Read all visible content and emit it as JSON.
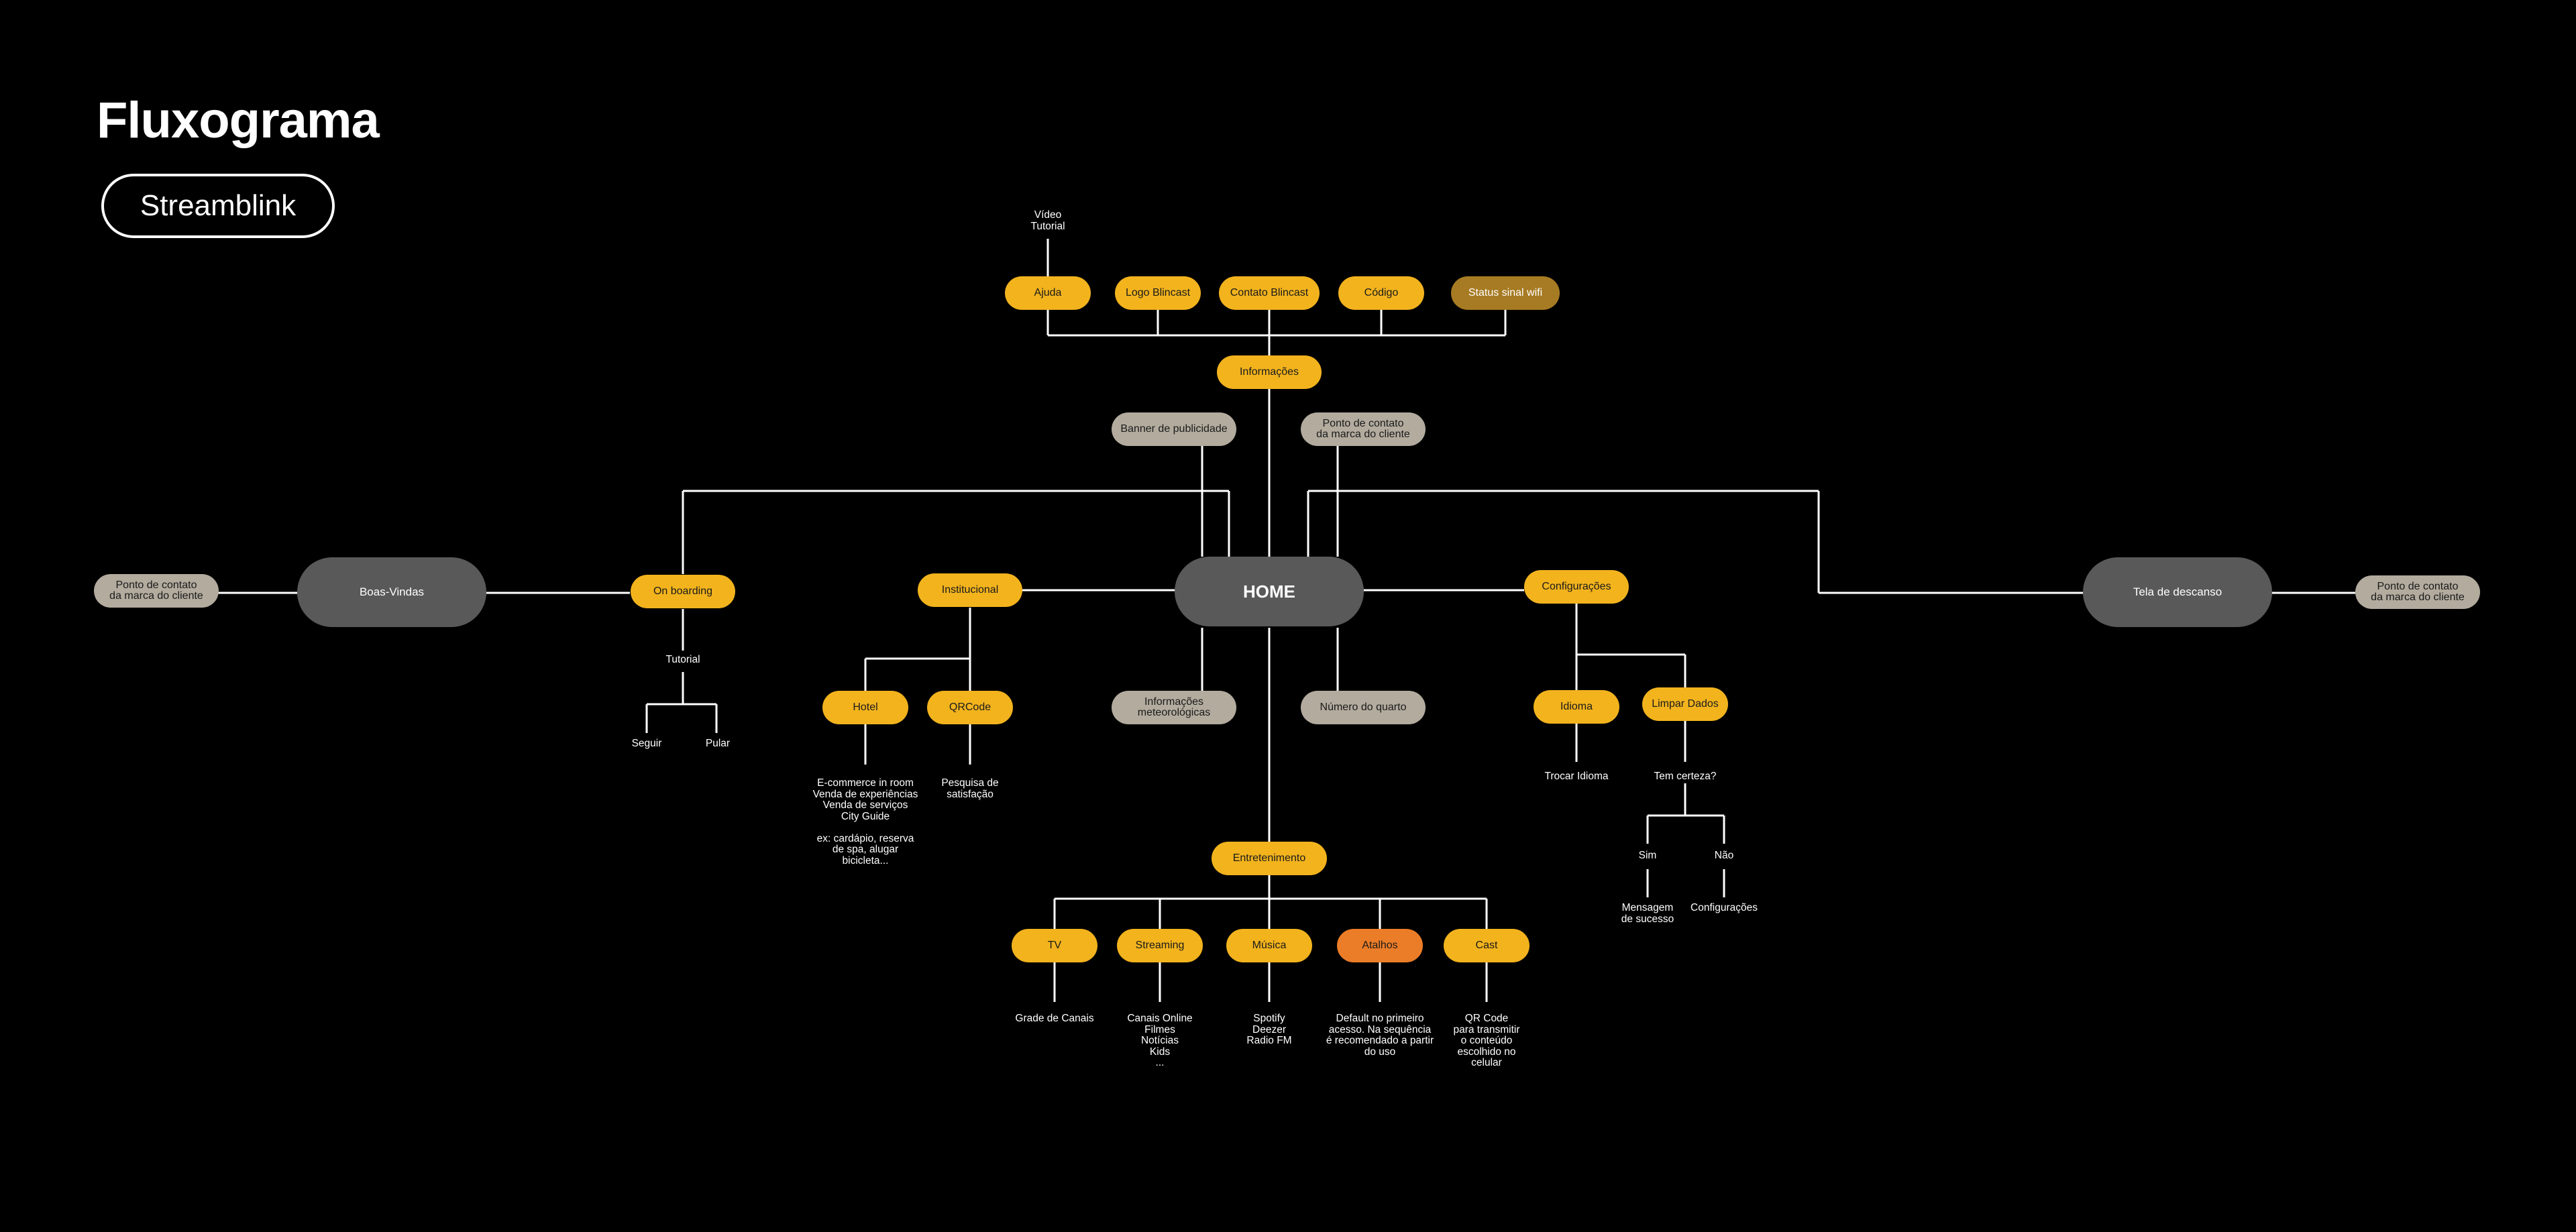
{
  "page": {
    "title": "Fluxograma",
    "project": "Streamblink"
  },
  "colors": {
    "background": "#000000",
    "primary_node": "#F2B31D",
    "primary_node_dim": "#A77B23",
    "highlight_node": "#EC7D28",
    "neutral_node": "#B2AB9E",
    "screen_node": "#595959",
    "connector": "#FFFFFF"
  },
  "nodes": {
    "ponto_contato_esq": "Ponto de contato\nda marca do cliente",
    "boas_vindas": "Boas-Vindas",
    "onboarding": "On boarding",
    "institucional": "Institucional",
    "home": "HOME",
    "configuracoes": "Configurações",
    "tela_descanso": "Tela de descanso",
    "ponto_contato_dir": "Ponto de contato\nda marca do cliente",
    "informacoes": "Informações",
    "ajuda": "Ajuda",
    "logo_blincast": "Logo Blincast",
    "contato_blincast": "Contato Blincast",
    "codigo": "Código",
    "status_wifi": "Status sinal wifi",
    "banner_publicidade": "Banner de publicidade",
    "ponto_contato_topo": "Ponto de contato\nda marca do cliente",
    "info_meteorologicas": "Informações\nmeteorológicas",
    "numero_quarto": "Número do quarto",
    "hotel": "Hotel",
    "qrcode": "QRCode",
    "idioma": "Idioma",
    "limpar_dados": "Limpar Dados",
    "entretenimento": "Entretenimento",
    "tv": "TV",
    "streaming": "Streaming",
    "musica": "Música",
    "atalhos": "Atalhos",
    "cast": "Cast"
  },
  "labels": {
    "video_tutorial": "Vídeo\nTutorial",
    "tutorial": "Tutorial",
    "seguir": "Seguir",
    "pular": "Pular",
    "hotel_servicos": "E-commerce in room\nVenda de experiências\nVenda de serviços\nCity Guide\n\nex: cardápio, reserva\nde spa, alugar\nbicicleta...",
    "pesquisa": "Pesquisa de\nsatisfação",
    "trocar_idioma": "Trocar Idioma",
    "tem_certeza": "Tem certeza?",
    "sim": "Sim",
    "nao": "Não",
    "mensagem_sucesso": "Mensagem\nde sucesso",
    "configuracoes_volta": "Configurações",
    "grade_canais": "Grade de Canais",
    "streaming_itens": "Canais Online\nFilmes\nNotícias\nKids\n...",
    "musica_itens": "Spotify\nDeezer\nRadio FM",
    "atalhos_desc": "Default no primeiro\nacesso. Na sequência\né recomendado a partir\ndo uso",
    "cast_desc": "QR Code\npara transmitir\no conteúdo\nescolhido no\ncelular"
  }
}
